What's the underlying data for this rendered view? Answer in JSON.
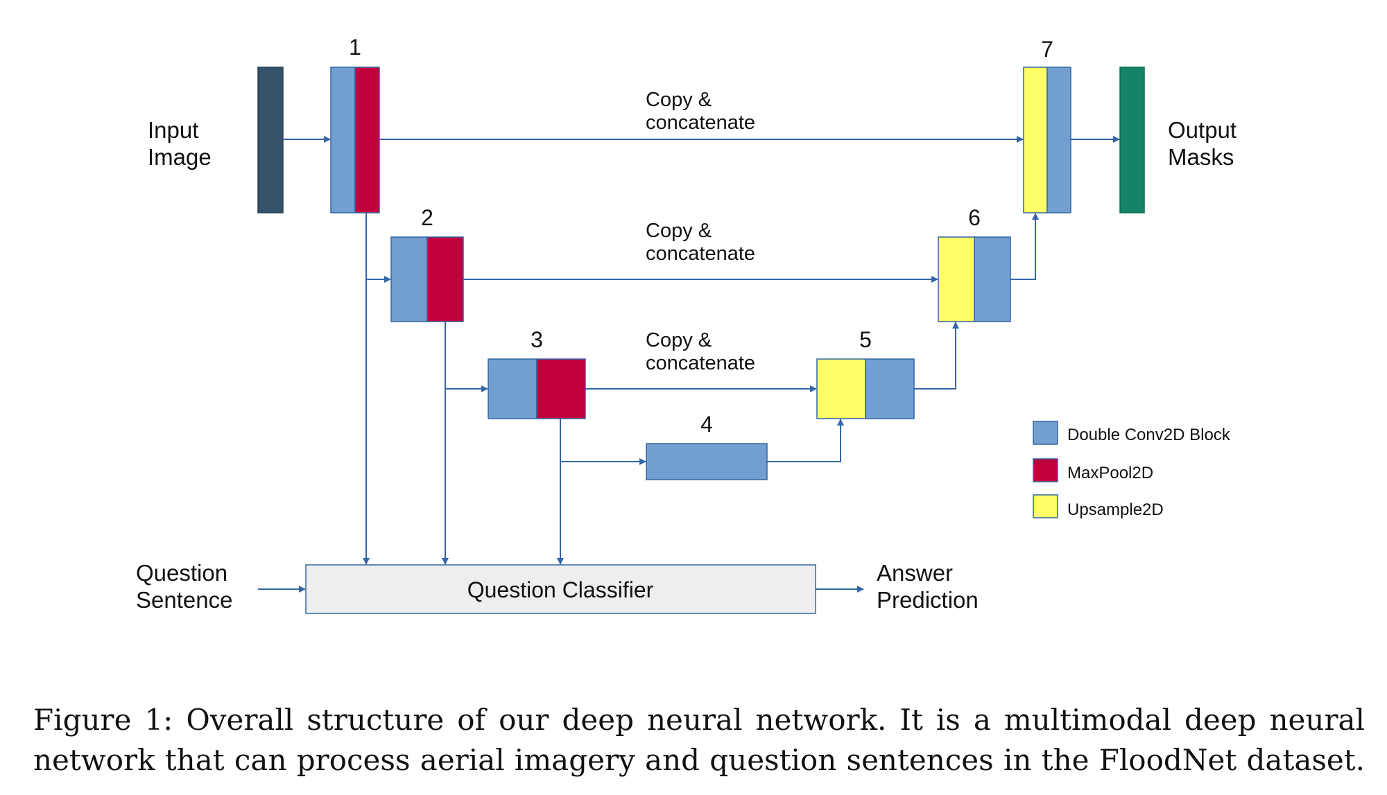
{
  "labels": {
    "input": [
      "Input",
      "Image"
    ],
    "output": [
      "Output",
      "Masks"
    ],
    "question": [
      "Question",
      "Sentence"
    ],
    "answer": [
      "Answer",
      "Prediction"
    ],
    "copy_line1": "Copy &",
    "copy_line2": "concatenate",
    "classifier": "Question Classifier"
  },
  "block_numbers": [
    "1",
    "2",
    "3",
    "4",
    "5",
    "6",
    "7"
  ],
  "legend": [
    {
      "name": "Double Conv2D Block",
      "color": "#729fcf"
    },
    {
      "name": "MaxPool2D",
      "color": "#c0003c"
    },
    {
      "name": "Upsample2D",
      "color": "#ffff66"
    }
  ],
  "colors": {
    "conv": "#729fcf",
    "pool": "#c0003c",
    "upsample": "#ffff66",
    "input_block": "#355269",
    "output_block": "#158466",
    "arrow": "#3465a4",
    "classifier_fill": "#eeeeee"
  },
  "caption": {
    "line1": "Figure 1: Overall structure of our deep neural network. It is a multimodal deep neural",
    "line2": "network that can process aerial imagery and question sentences in the FloodNet dataset."
  }
}
